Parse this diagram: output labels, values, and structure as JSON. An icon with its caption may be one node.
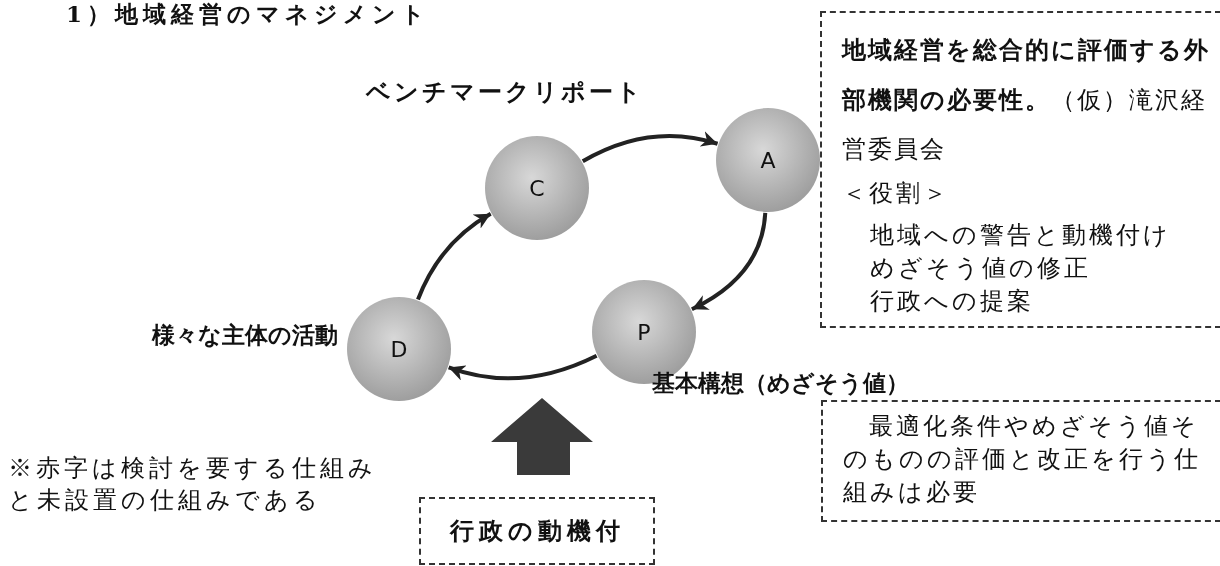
{
  "diagram": {
    "title": "1）地域経営のマネジメント",
    "nodes": [
      {
        "text": [
          "C"
        ]
      },
      {
        "text": [
          "A"
        ]
      },
      {
        "text": [
          "D"
        ],
        "beside": [
          "様々な主体の活動"
        ]
      },
      {
        "text": [
          "P"
        ],
        "beside": [
          "基本構想（めざそう値）"
        ]
      },
      {
        "text": [
          "**地域経営を総合的に評価する外部機関の必要性。**（仮）滝沢経営委員会",
          "＜役割＞",
          "地域への警告と動機付け",
          "めざそう値の修正",
          "行政への提案"
        ]
      },
      {
        "text": [
          "最適化条件やめざそう値そのものの評価と改正を行う仕組みは必要"
        ]
      },
      {
        "text": [
          "行政の動機付"
        ]
      }
    ],
    "edges": [
      {
        "from": 0,
        "to": 1,
        "arrow": "to"
      },
      {
        "from": 1,
        "to": 3,
        "arrow": "to"
      },
      {
        "from": 3,
        "to": 2,
        "arrow": "to"
      },
      {
        "from": 2,
        "to": 0,
        "arrow": "to"
      }
    ],
    "labels": [
      "ベンチマークリポート",
      "※赤字は検討を要する仕組みと未設置の仕組みである"
    ]
  }
}
